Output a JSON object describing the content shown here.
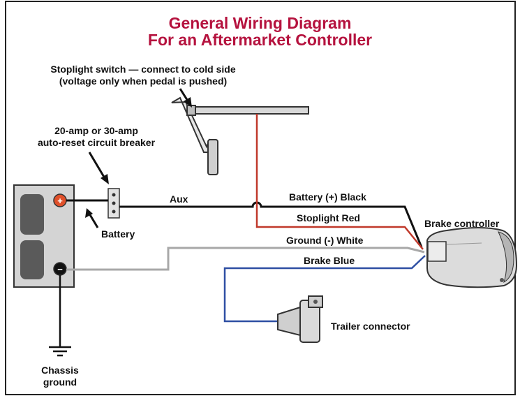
{
  "title_line1": "General Wiring Diagram",
  "title_line2": "For an Aftermarket Controller",
  "labels": {
    "stoplight_switch_line1": "Stoplight switch — connect to cold side",
    "stoplight_switch_line2": "(voltage only when pedal is pushed)",
    "breaker_line1": "20-amp or 30-amp",
    "breaker_line2": "auto-reset circuit breaker",
    "battery": "Battery",
    "aux": "Aux",
    "wire_battery": "Battery (+)  Black",
    "wire_stoplight": "Stoplight  Red",
    "wire_ground": "Ground (-)  White",
    "wire_brake": "Brake  Blue",
    "brake_controller": "Brake controller",
    "trailer_connector": "Trailer connector",
    "chassis_line1": "Chassis",
    "chassis_line2": "ground"
  },
  "terminals": {
    "positive": "+",
    "negative": "−"
  },
  "colors": {
    "title": "#b5123e",
    "wire_black": "#111111",
    "wire_red": "#c0392b",
    "wire_white": "#a8a8a8",
    "wire_blue": "#2e4fa3",
    "battery_positive": "#e0502a"
  }
}
